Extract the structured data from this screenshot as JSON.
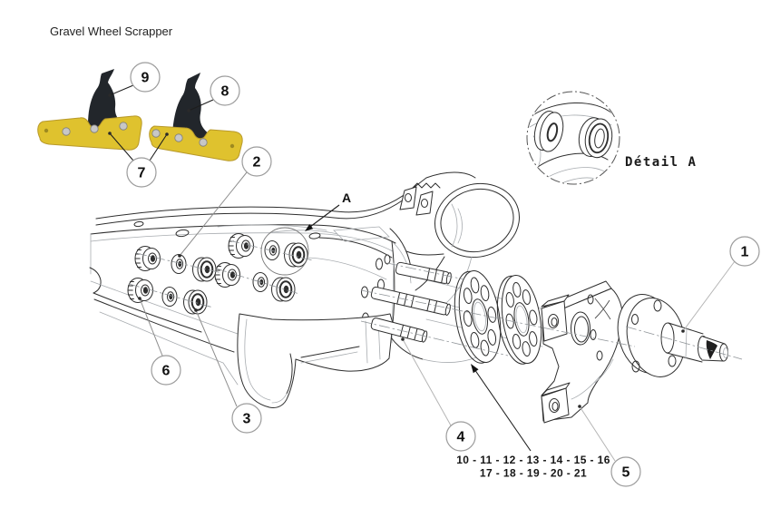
{
  "title": "Gravel Wheel Scrapper",
  "detail_view": {
    "label": "Détail A"
  },
  "frame_label": "A",
  "callouts": [
    {
      "num": "1"
    },
    {
      "num": "2"
    },
    {
      "num": "3"
    },
    {
      "num": "4"
    },
    {
      "num": "5"
    },
    {
      "num": "6"
    },
    {
      "num": "7"
    },
    {
      "num": "8"
    },
    {
      "num": "9"
    }
  ],
  "part_numbers": {
    "row1": "10 - 11 - 12 - 13 - 14 - 15 - 16",
    "row2": "17 - 18 - 19 - 20 - 21"
  },
  "colors": {
    "scraper_yellow": "#dfc22e",
    "scraper_hook_black": "#22262b",
    "drawing_line": "#2e2e2e",
    "leader_gray": "#a9a9a9"
  }
}
